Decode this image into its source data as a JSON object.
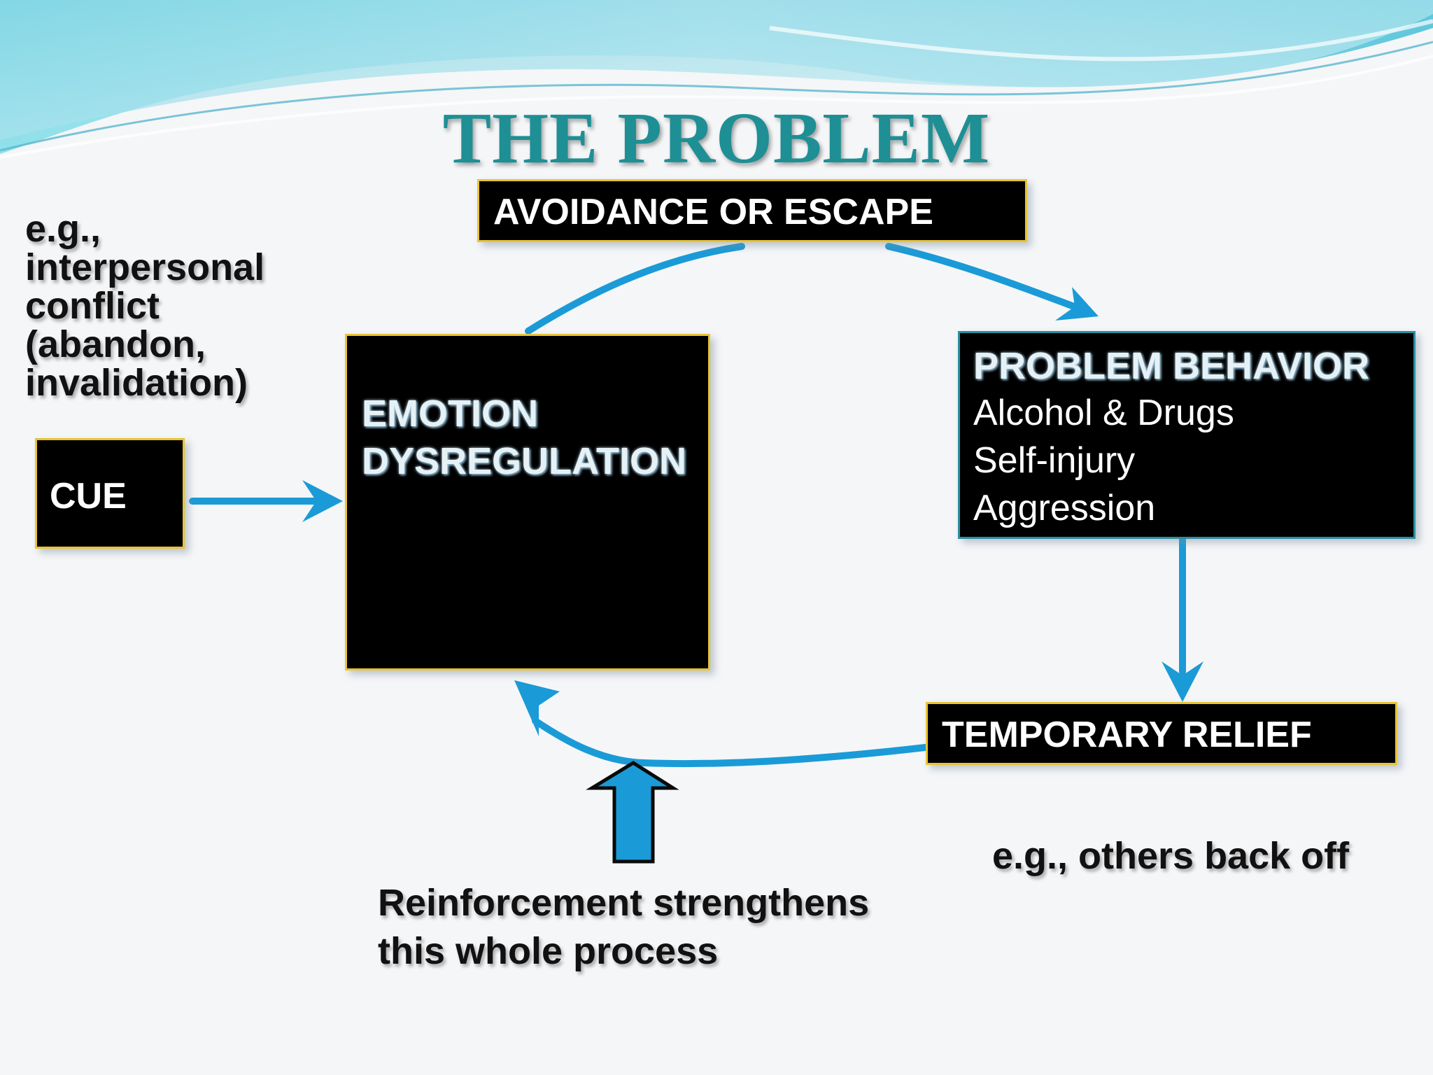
{
  "title": "THE PROBLEM",
  "nodes": {
    "avoidance": "AVOIDANCE OR ESCAPE",
    "cue": "CUE",
    "emotion": [
      "EMOTION",
      "DYSREGULATION"
    ],
    "problem_behavior": {
      "heading": "PROBLEM BEHAVIOR",
      "items": [
        "Alcohol & Drugs",
        "Self-injury",
        "Aggression"
      ]
    },
    "relief": "TEMPORARY RELIEF"
  },
  "notes": {
    "cue_example": [
      "e.g.,",
      "interpersonal",
      "conflict",
      "(abandon,",
      "invalidation)"
    ],
    "relief_example": "e.g., others back off",
    "reinforcement": [
      "Reinforcement strengthens",
      "this whole process"
    ]
  },
  "colors": {
    "title": "#1e8f94",
    "arrow": "#1a9bd7",
    "box_fill": "#000000",
    "box_border_gold": "#e9c332",
    "box_border_teal": "#2a8ea0"
  }
}
